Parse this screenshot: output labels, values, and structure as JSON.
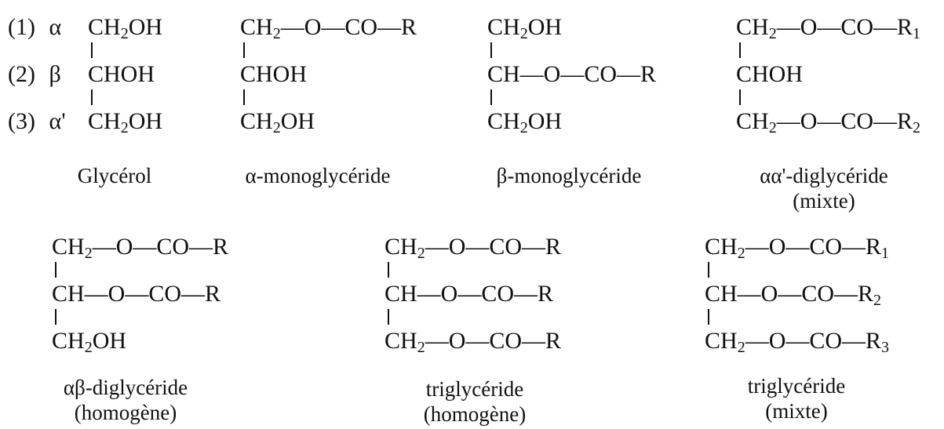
{
  "glycerol_positions": [
    {
      "number": "(1)",
      "symbol": "α"
    },
    {
      "number": "(2)",
      "symbol": "β"
    },
    {
      "number": "(3)",
      "symbol": "α'"
    }
  ],
  "structures": [
    {
      "lines": [
        [
          "CH",
          "2",
          "OH"
        ],
        [
          "CHOH"
        ],
        [
          "CH",
          "2",
          "OH"
        ]
      ],
      "caption": "Glycérol",
      "caption_sub": ""
    },
    {
      "lines": [
        [
          "CH",
          "2",
          "—O—CO—R"
        ],
        [
          "CHOH"
        ],
        [
          "CH",
          "2",
          "OH"
        ]
      ],
      "caption": "α-monoglycéride",
      "caption_sub": ""
    },
    {
      "lines": [
        [
          "CH",
          "2",
          "OH"
        ],
        [
          "CH—O—CO—R"
        ],
        [
          "CH",
          "2",
          "OH"
        ]
      ],
      "caption": "β-monoglycéride",
      "caption_sub": ""
    },
    {
      "lines": [
        [
          "CH",
          "2",
          "—O—CO—R",
          "1"
        ],
        [
          "CHOH"
        ],
        [
          "CH",
          "2",
          "—O—CO—R",
          "2"
        ]
      ],
      "caption": "αα'-diglycéride",
      "caption_sub": "(mixte)"
    },
    {
      "lines": [
        [
          "CH",
          "2",
          "—O—CO—R"
        ],
        [
          "CH—O—CO—R"
        ],
        [
          "CH",
          "2",
          "OH"
        ]
      ],
      "caption": "αβ-diglycéride",
      "caption_sub": "(homogène)"
    },
    {
      "lines": [
        [
          "CH",
          "2",
          "—O—CO—R"
        ],
        [
          "CH—O—CO—R"
        ],
        [
          "CH",
          "2",
          "—O—CO—R"
        ]
      ],
      "caption": "triglycéride",
      "caption_sub": "(homogène)"
    },
    {
      "lines": [
        [
          "CH",
          "2",
          "—O—CO—R",
          "1"
        ],
        [
          "CH—O—CO—R",
          "2"
        ],
        [
          "CH",
          "2",
          "—O—CO—R",
          "3"
        ]
      ],
      "caption": "triglycéride",
      "caption_sub": "(mixte)"
    }
  ]
}
